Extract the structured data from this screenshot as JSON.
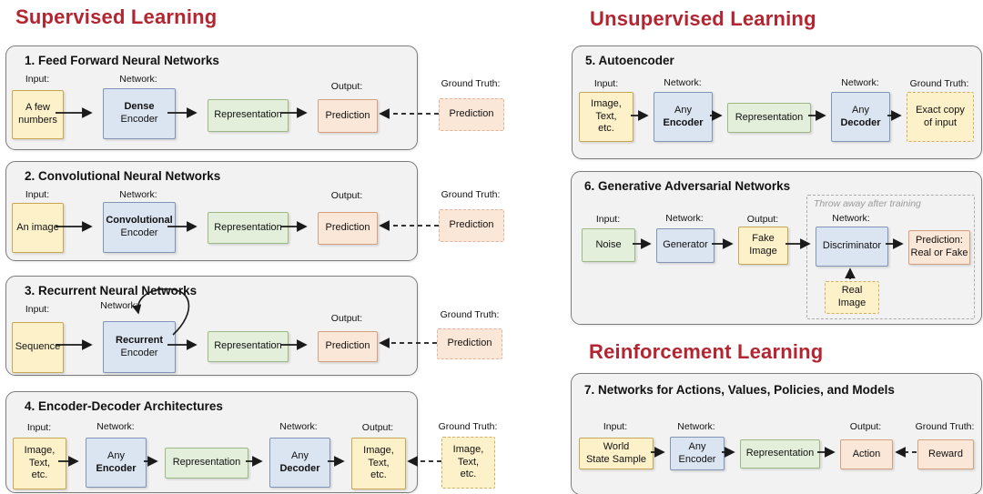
{
  "headers": {
    "supervised": "Supervised Learning",
    "unsupervised": "Unsupervised Learning",
    "reinforcement": "Reinforcement Learning"
  },
  "labels": {
    "input": "Input:",
    "network": "Network:",
    "output": "Output:",
    "ground_truth": "Ground Truth:"
  },
  "colors": {
    "header_red": "#b32530",
    "panel_bg": "#f2f2f2",
    "input_yellow": "#fdf1ca",
    "network_blue": "#dbe4f1",
    "representation_green": "#e4efdb",
    "prediction_peach": "#fbe7d7"
  },
  "panels": {
    "p1": {
      "number": "1.",
      "title": "Feed Forward Neural Networks",
      "input": {
        "lines": [
          "A few",
          "numbers"
        ]
      },
      "network": {
        "lines": [
          "Dense",
          "Encoder"
        ]
      },
      "representation": "Representation",
      "output": "Prediction",
      "ground_truth": "Prediction"
    },
    "p2": {
      "number": "2.",
      "title": "Convolutional Neural Networks",
      "input": "An image",
      "network": {
        "lines": [
          "Convolutional",
          "Encoder"
        ]
      },
      "representation": "Representation",
      "output": "Prediction",
      "ground_truth": "Prediction"
    },
    "p3": {
      "number": "3.",
      "title": "Recurrent Neural Networks",
      "input": "Sequence",
      "network": {
        "lines": [
          "Recurrent",
          "Encoder"
        ]
      },
      "representation": "Representation",
      "output": "Prediction",
      "ground_truth": "Prediction"
    },
    "p4": {
      "number": "4.",
      "title": "Encoder-Decoder Architectures",
      "input": {
        "lines": [
          "Image,",
          "Text,",
          "etc."
        ]
      },
      "encoder": {
        "lines": [
          "Any",
          "Encoder"
        ]
      },
      "representation": "Representation",
      "decoder": {
        "lines": [
          "Any",
          "Decoder"
        ]
      },
      "output": {
        "lines": [
          "Image,",
          "Text,",
          "etc."
        ]
      },
      "ground_truth": {
        "lines": [
          "Image,",
          "Text,",
          "etc."
        ]
      }
    },
    "p5": {
      "number": "5.",
      "title": "Autoencoder",
      "input": {
        "lines": [
          "Image,",
          "Text,",
          "etc."
        ]
      },
      "encoder": {
        "lines": [
          "Any",
          "Encoder"
        ]
      },
      "representation": "Representation",
      "decoder": {
        "lines": [
          "Any",
          "Decoder"
        ]
      },
      "ground_truth": {
        "lines": [
          "Exact copy",
          "of input"
        ]
      }
    },
    "p6": {
      "number": "6.",
      "title": "Generative Adversarial Networks",
      "throwaway_note": "Throw away after training",
      "input": "Noise",
      "generator": "Generator",
      "fake_image": {
        "lines": [
          "Fake",
          "Image"
        ]
      },
      "discriminator": "Discriminator",
      "prediction": {
        "lines": [
          "Prediction:",
          "Real or Fake"
        ]
      },
      "real_image": {
        "lines": [
          "Real",
          "Image"
        ]
      }
    },
    "p7": {
      "number": "7.",
      "title": "Networks for Actions, Values, Policies, and Models",
      "input": {
        "lines": [
          "World",
          "State Sample"
        ]
      },
      "encoder": {
        "lines": [
          "Any",
          "Encoder"
        ]
      },
      "representation": "Representation",
      "output": "Action",
      "ground_truth": "Reward"
    }
  }
}
